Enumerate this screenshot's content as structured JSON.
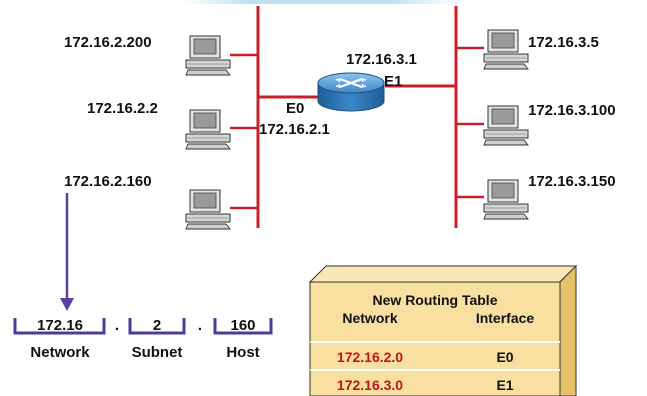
{
  "left_hosts": [
    "172.16.2.200",
    "172.16.2.2",
    "172.16.2.160"
  ],
  "right_hosts": [
    "172.16.3.5",
    "172.16.3.100",
    "172.16.3.150"
  ],
  "router": {
    "e0_label": "E0",
    "e0_ip": "172.16.2.1",
    "e1_label": "E1",
    "e1_ip": "172.16.3.1"
  },
  "address": {
    "octets": [
      "172.16",
      "2",
      "160"
    ],
    "separator": ".",
    "parts": [
      "Network",
      "Subnet",
      "Host"
    ]
  },
  "routing_table": {
    "title": "New Routing Table",
    "col_network": "Network",
    "col_interface": "Interface",
    "rows": [
      {
        "network": "172.16.2.0",
        "interface": "E0"
      },
      {
        "network": "172.16.3.0",
        "interface": "E1"
      }
    ]
  },
  "colors": {
    "segment_line": "#c8202a",
    "arrow": "#5a3ea0",
    "bracket": "#4b3c9a",
    "table_fill": "#f9dfa0",
    "table_side": "#e7c06a",
    "table_top": "#fbe6b6",
    "router_body": "#2d76b7",
    "red_text": "#c0141c"
  }
}
